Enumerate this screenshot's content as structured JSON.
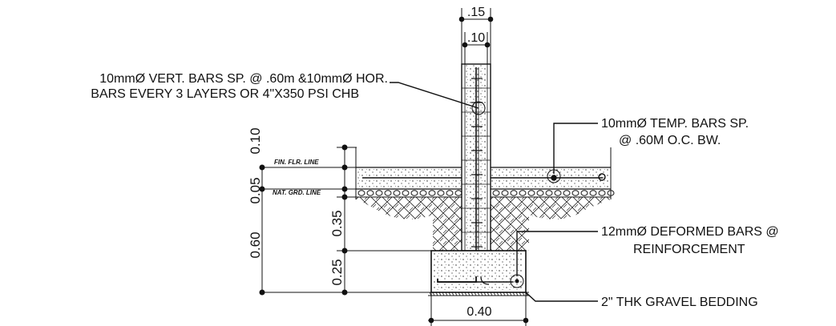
{
  "drawing": {
    "callouts": {
      "vertical_bars_line1": "10mmØ VERT. BARS SP. @  .60m &10mmØ HOR.",
      "vertical_bars_line2": "BARS EVERY 3 LAYERS OR 4\"X350 PSI CHB",
      "temp_bars_line1": "10mmØ TEMP. BARS SP.",
      "temp_bars_line2": "@  .60M O.C. BW.",
      "deformed_bars_line1": "12mmØ DEFORMED BARS @",
      "deformed_bars_line2": "REINFORCEMENT",
      "gravel_bedding": "2\" THK GRAVEL BEDDING"
    },
    "level_lines": {
      "finish_floor": "FIN. FLR. LINE",
      "natural_grade": "NAT. GRD. LINE"
    },
    "dimensions": {
      "wall_width_outer": ".15",
      "wall_width_inner": ".10",
      "footing_width": "0.40",
      "slab_thickness": "0.10",
      "slab_to_grade": "0.05",
      "total_depth": "0.60",
      "grade_to_footing": "0.35",
      "footing_thickness": "0.25"
    },
    "colors": {
      "line": "#111111",
      "background": "#ffffff"
    }
  }
}
